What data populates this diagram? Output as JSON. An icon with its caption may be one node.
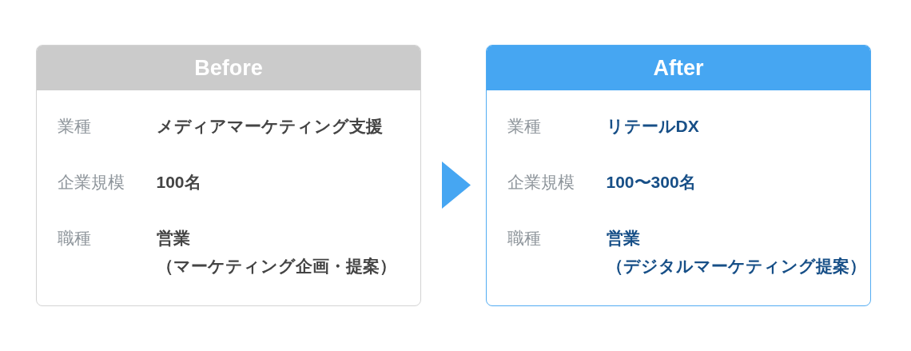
{
  "diagram": {
    "nodes": [
      {
        "text": [
          "Before",
          "業種",
          "メディアマーケティング支援",
          "企業規模",
          "100名",
          "職種",
          "営業",
          "（マーケティング企画・提案）"
        ]
      },
      {
        "text": [
          "After",
          "業種",
          "リテールDX",
          "企業規模",
          "100〜300名",
          "職種",
          "営業",
          "（デジタルマーケティング提案）"
        ]
      }
    ],
    "edges": [
      {
        "from": 0,
        "to": 1,
        "arrow": "to"
      }
    ]
  }
}
